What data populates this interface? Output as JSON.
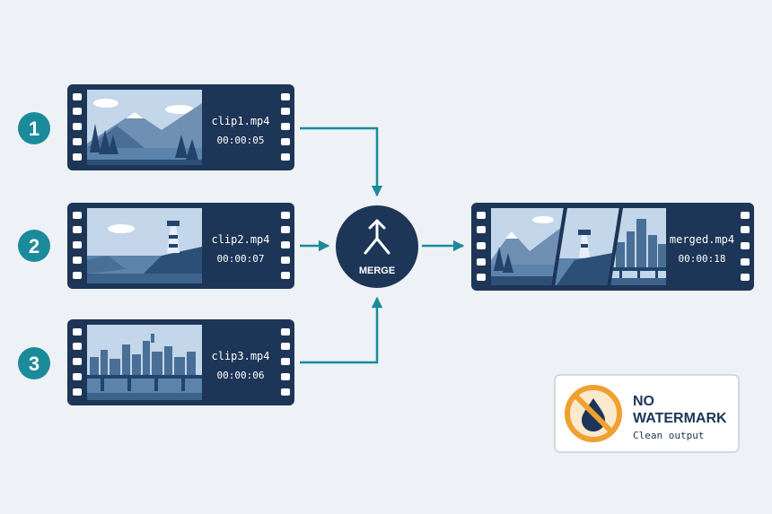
{
  "clips": [
    {
      "step": "1",
      "filename": "clip1.mp4",
      "duration": "00:00:05",
      "scene": "mountain-lake"
    },
    {
      "step": "2",
      "filename": "clip2.mp4",
      "duration": "00:00:07",
      "scene": "lighthouse-coast"
    },
    {
      "step": "3",
      "filename": "clip3.mp4",
      "duration": "00:00:06",
      "scene": "city-bridge"
    }
  ],
  "merge": {
    "label": "MERGE",
    "icon": "merge-arrows-icon"
  },
  "output": {
    "filename": "merged.mp4",
    "duration": "00:00:18"
  },
  "badge": {
    "line1": "NO",
    "line2": "WATERMARK",
    "subtitle": "Clean output",
    "icon": "no-watermark-icon"
  },
  "colors": {
    "film": "#1d3557",
    "teal": "#1b8a9a",
    "orange": "#f0a030",
    "sky": "#b9cfe6",
    "mountain": "#4a6f96",
    "dark": "#22446b"
  }
}
